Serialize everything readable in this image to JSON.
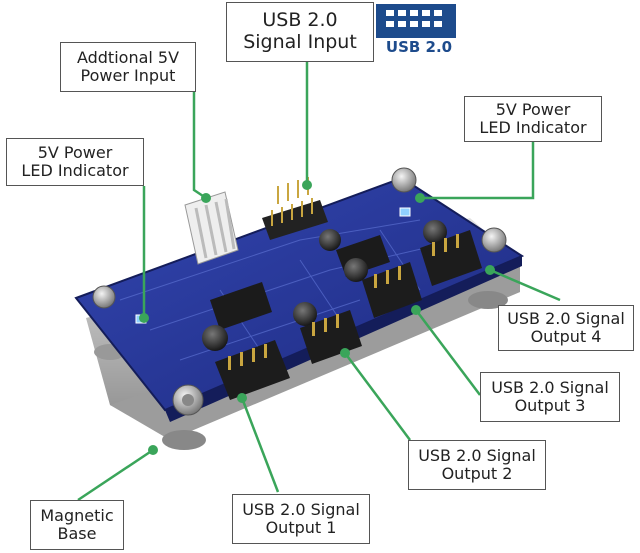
{
  "labels": {
    "usb_input": [
      "USB 2.0",
      "Signal Input"
    ],
    "usb_badge": "USB 2.0",
    "additional_power": [
      "Addtional  5V",
      "Power Input"
    ],
    "led_left": [
      "5V Power",
      "LED  Indicator"
    ],
    "led_right": [
      "5V Power",
      "LED  Indicator"
    ],
    "output_4": [
      "USB 2.0 Signal",
      "Output  4"
    ],
    "output_3": [
      "USB 2.0 Signal",
      "Output  3"
    ],
    "output_2": [
      "USB 2.0 Signal",
      "Output  2"
    ],
    "output_1": [
      "USB 2.0 Signal",
      "Output  1"
    ],
    "magnetic_base": [
      "Magnetic",
      "Base"
    ]
  },
  "colors": {
    "pcb": "#2a3d9a",
    "pcb_dark": "#1a2670",
    "base": "#c9c9c9",
    "leader": "#3aa55a",
    "badge": "#1d4b8c"
  }
}
